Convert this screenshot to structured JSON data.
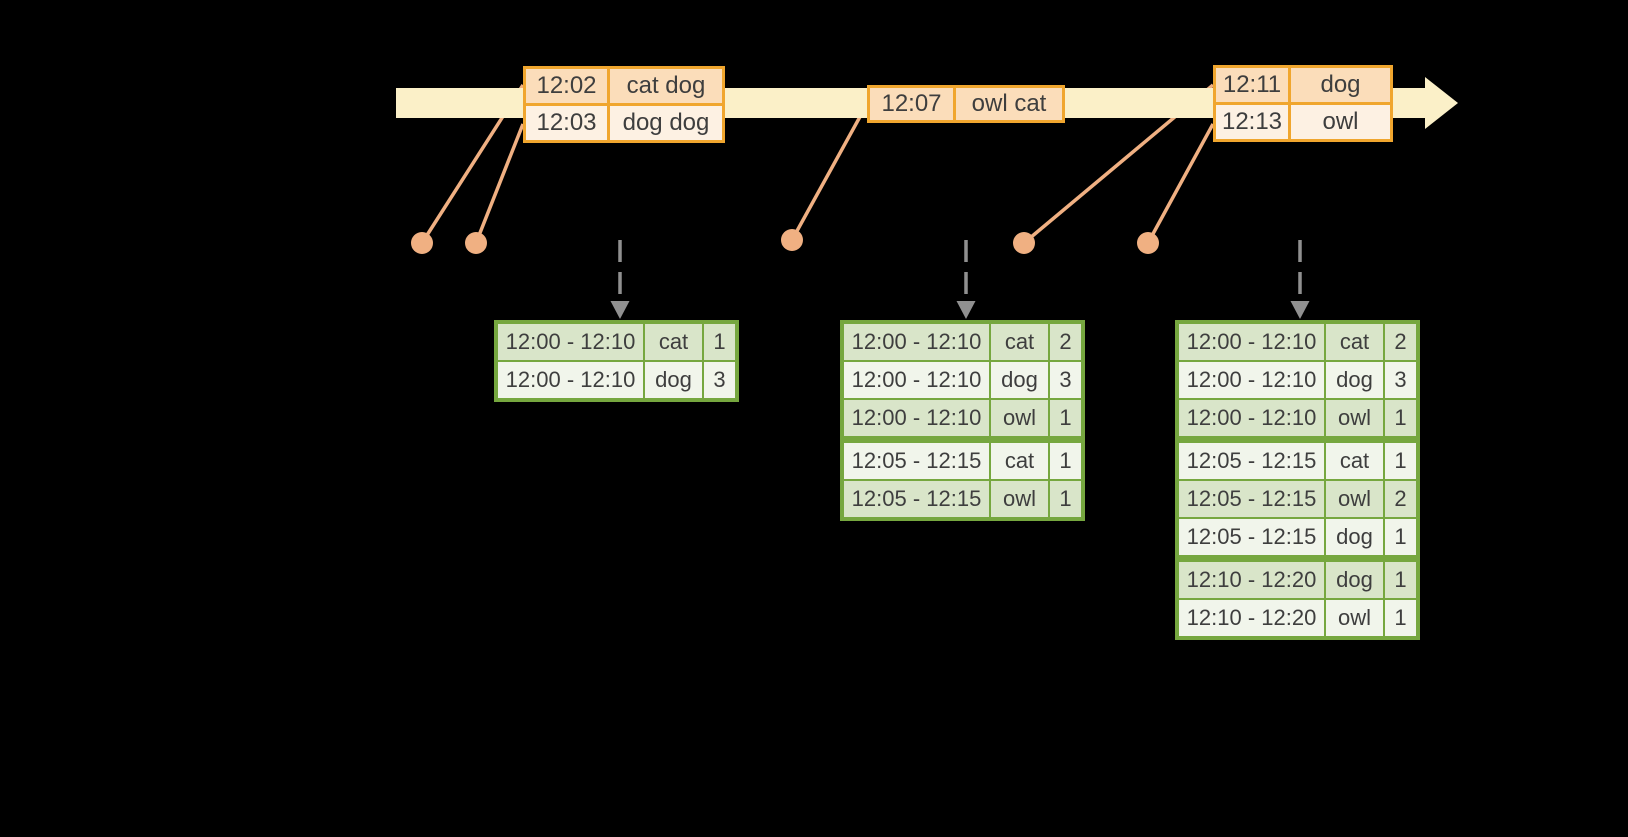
{
  "palette": {
    "bg": "#000000",
    "band": "#FBF0C8",
    "orange_border": "#F0A62E",
    "peach": "#FBDDBA",
    "peach_light": "#FDF1E3",
    "salmon": "#F0B082",
    "green_border": "#76A73F",
    "green_dark": "#D9E5C9",
    "green_light": "#F1F5EB",
    "gray": "#909090",
    "text": "#3E3E3E"
  },
  "icons": {
    "timeline_arrow": "right-arrow",
    "trigger_arrow": "dashed-down-arrow",
    "event_marker": "dot"
  },
  "event_tables": [
    {
      "rows": [
        {
          "time": "12:02",
          "words": "cat dog"
        },
        {
          "time": "12:03",
          "words": "dog dog"
        }
      ]
    },
    {
      "rows": [
        {
          "time": "12:07",
          "words": "owl cat"
        }
      ]
    },
    {
      "rows": [
        {
          "time": "12:11",
          "words": "dog"
        },
        {
          "time": "12:13",
          "words": "owl"
        }
      ]
    }
  ],
  "result_tables": [
    {
      "rows": [
        {
          "window": "12:00 - 12:10",
          "word": "cat",
          "count": "1"
        },
        {
          "window": "12:00 - 12:10",
          "word": "dog",
          "count": "3"
        }
      ]
    },
    {
      "rows": [
        {
          "window": "12:00 - 12:10",
          "word": "cat",
          "count": "2"
        },
        {
          "window": "12:00 - 12:10",
          "word": "dog",
          "count": "3"
        },
        {
          "window": "12:00 - 12:10",
          "word": "owl",
          "count": "1"
        },
        {
          "window": "12:05 - 12:15",
          "word": "cat",
          "count": "1"
        },
        {
          "window": "12:05 - 12:15",
          "word": "owl",
          "count": "1"
        }
      ]
    },
    {
      "rows": [
        {
          "window": "12:00 - 12:10",
          "word": "cat",
          "count": "2"
        },
        {
          "window": "12:00 - 12:10",
          "word": "dog",
          "count": "3"
        },
        {
          "window": "12:00 - 12:10",
          "word": "owl",
          "count": "1"
        },
        {
          "window": "12:05 - 12:15",
          "word": "cat",
          "count": "1"
        },
        {
          "window": "12:05 - 12:15",
          "word": "owl",
          "count": "2"
        },
        {
          "window": "12:05 - 12:15",
          "word": "dog",
          "count": "1"
        },
        {
          "window": "12:10 - 12:20",
          "word": "dog",
          "count": "1"
        },
        {
          "window": "12:10 - 12:20",
          "word": "owl",
          "count": "1"
        }
      ]
    }
  ]
}
